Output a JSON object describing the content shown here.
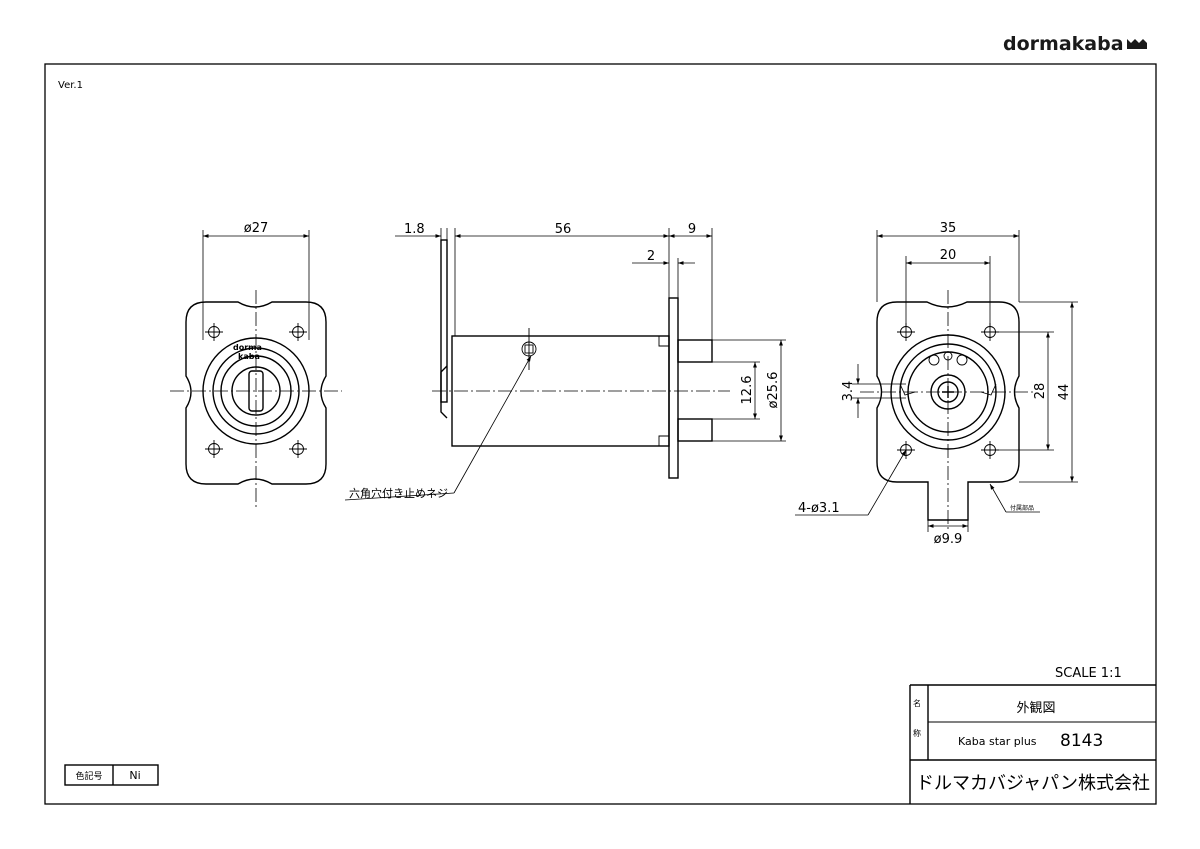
{
  "brand": "dormakaba",
  "version": "Ver.1",
  "front_view": {
    "dim_diameter": "ø27",
    "logo_line1": "dorma",
    "logo_line2": "kaba"
  },
  "side_view": {
    "dim_flange": "1.8",
    "dim_length": "56",
    "dim_tail": "9",
    "dim_plate": "2",
    "dim_bar_height": "12.6",
    "dim_body_diameter": "ø25.6",
    "callout_screw": "六角穴付き止めネジ"
  },
  "rear_view": {
    "dim_width": "35",
    "dim_hole_spacing": "20",
    "dim_height": "44",
    "dim_hole_spacing_v": "28",
    "dim_offset": "3.4",
    "dim_holes": "4-ø3.1",
    "dim_center": "ø9.9",
    "callout_accessory": "付属部品"
  },
  "scale": "SCALE 1:1",
  "title_block": {
    "name_label_1": "名",
    "name_label_2": "称",
    "drawing_type": "外観図",
    "product_name": "Kaba star plus",
    "model_number": "8143",
    "company": "ドルマカバジャパン株式会社"
  },
  "color_code": {
    "label": "色記号",
    "value": "Ni"
  }
}
